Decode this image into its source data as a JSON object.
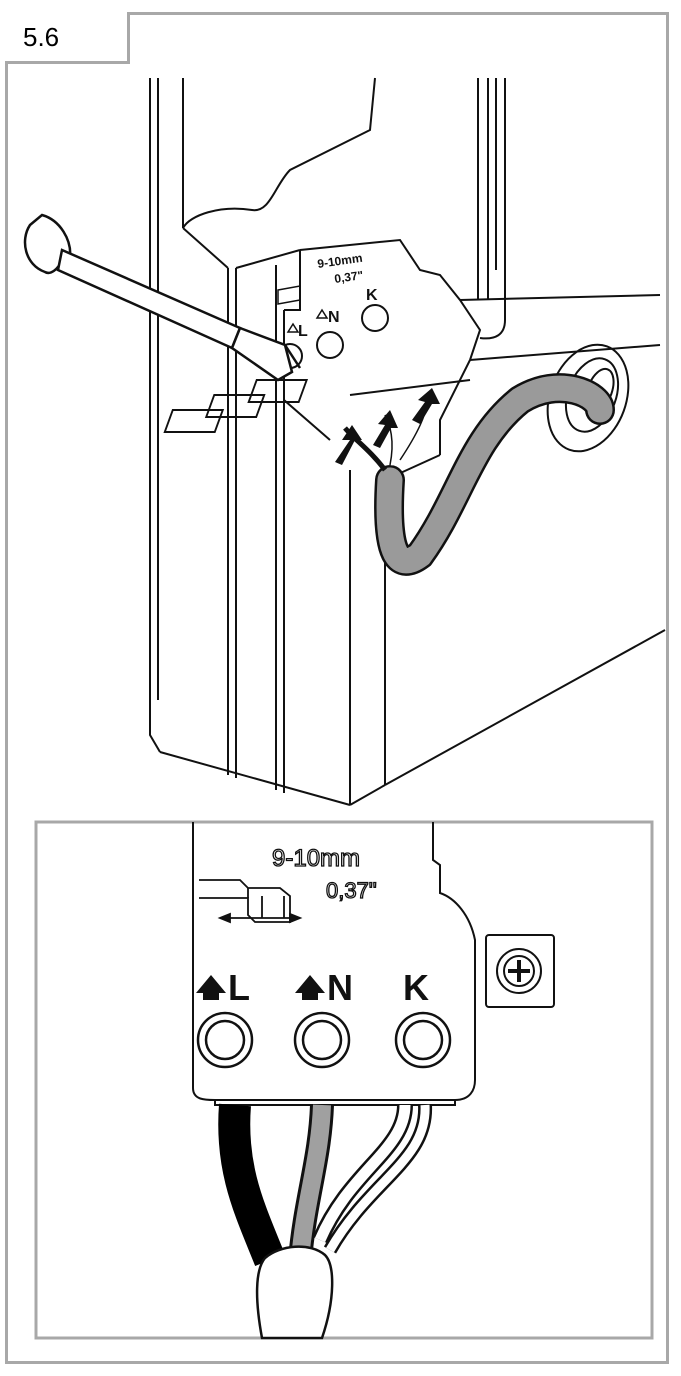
{
  "step": {
    "number": "5.6"
  },
  "top_view": {
    "strip_length": "9-10mm",
    "strip_length_inch": "0,37\"",
    "terminal_labels": [
      "L",
      "N",
      "K"
    ]
  },
  "detail_view": {
    "strip_length": "9-10mm",
    "strip_length_inch": "0,37\"",
    "terminal_labels": [
      "L",
      "N",
      "K"
    ]
  },
  "colors": {
    "frame_border": "#a8a8a8",
    "line": "#111111",
    "cable_grey": "#9a9a9a",
    "wire_black": "#000000",
    "wire_grey": "#a0a0a0"
  }
}
